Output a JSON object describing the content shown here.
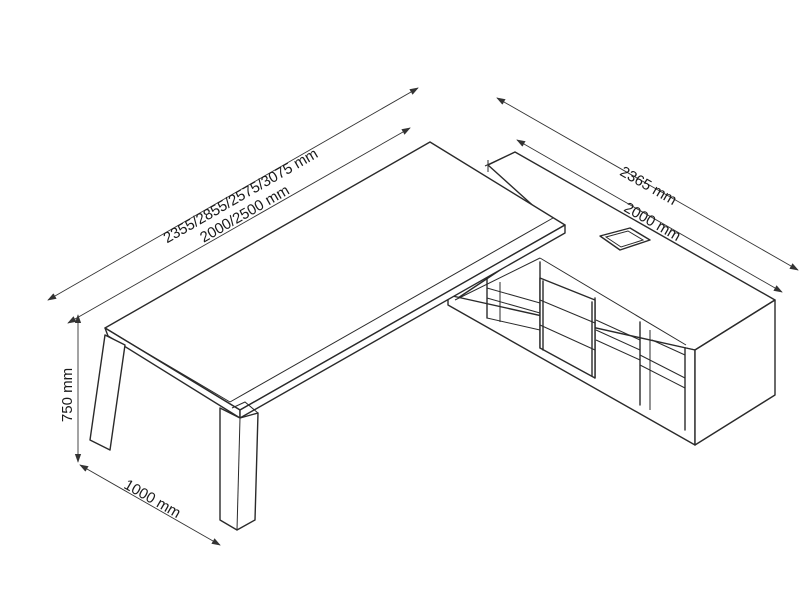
{
  "dimensions": {
    "overall_length": "2355/2855/2575/3075 mm",
    "desk_length": "2000/2500 mm",
    "credenza_overall_length": "2365 mm",
    "credenza_length": "2000 mm",
    "height": "750 mm",
    "depth": "1000 mm"
  },
  "colors": {
    "line": "#2a2a2a",
    "background": "#ffffff"
  },
  "icons": {
    "arrowhead": "arrowhead-icon",
    "cable_port": "cable-port-icon"
  }
}
